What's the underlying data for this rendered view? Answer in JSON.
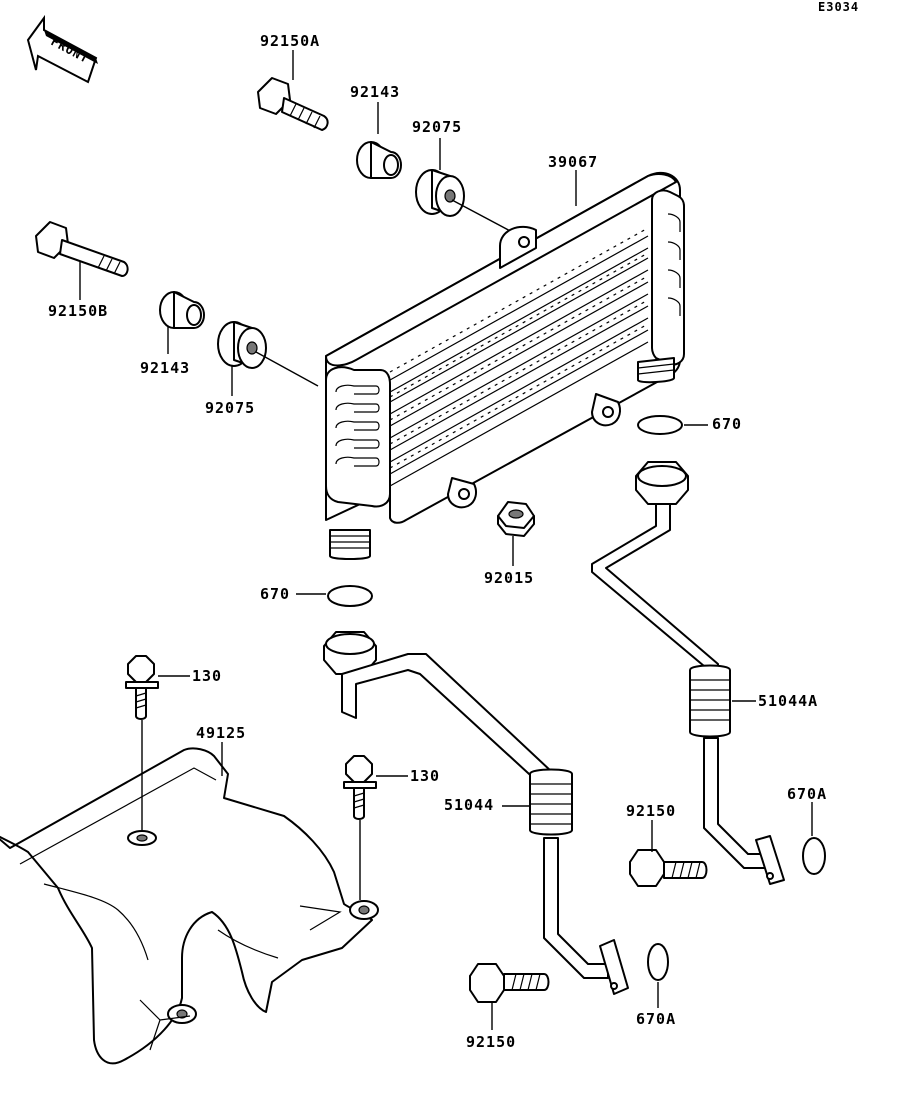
{
  "diagram": {
    "ref_code": "E3034",
    "front_label": "FRONT",
    "labels": {
      "p92150A": "92150A",
      "p92143_top": "92143",
      "p92075_top": "92075",
      "p39067": "39067",
      "p92150B": "92150B",
      "p92143_left": "92143",
      "p92075_left": "92075",
      "p670_right": "670",
      "p92015": "92015",
      "p670_left": "670",
      "p130_left": "130",
      "p49125": "49125",
      "p130_mid": "130",
      "p51044A": "51044A",
      "p51044": "51044",
      "p92150_mid": "92150",
      "p670A_right": "670A",
      "p670A_low": "670A",
      "p92150_low": "92150"
    }
  }
}
